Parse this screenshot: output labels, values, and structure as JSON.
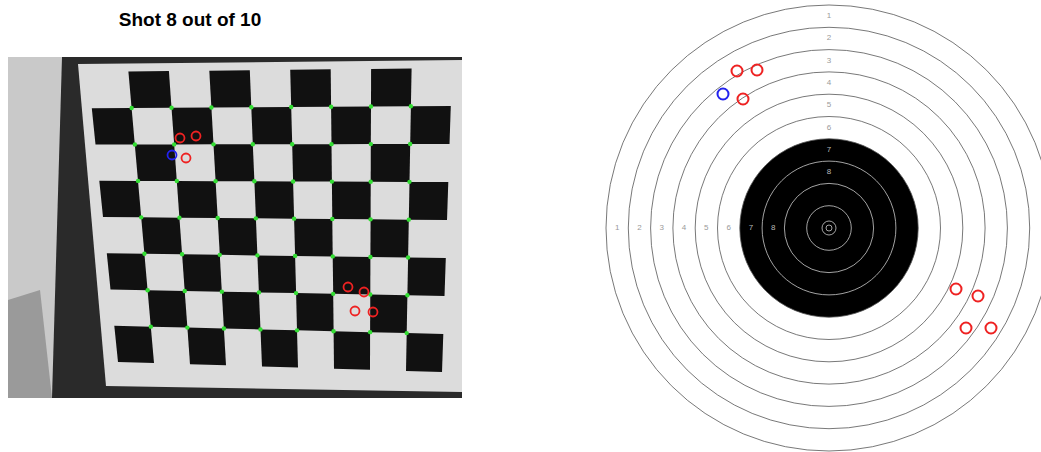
{
  "diagram": {
    "title": "Shot 8 out of 10",
    "labels": [
      "1",
      "2",
      "3",
      "4",
      "5",
      "6",
      "7",
      "8",
      "1",
      "2",
      "3",
      "4",
      "5",
      "6",
      "7",
      "8"
    ]
  }
}
